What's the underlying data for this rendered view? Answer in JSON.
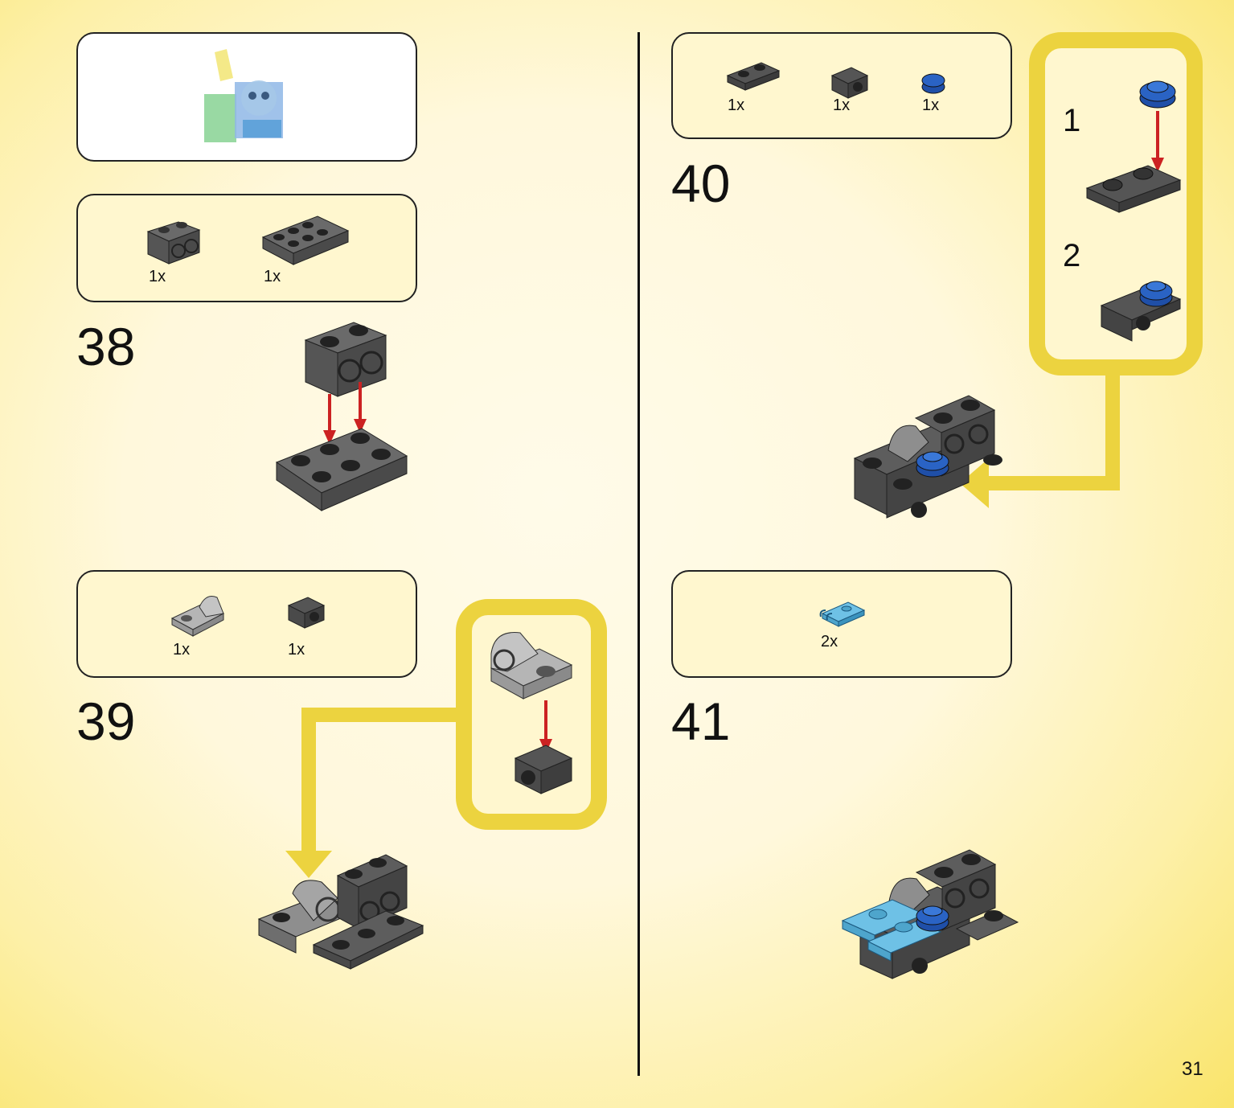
{
  "page_number": "31",
  "colors": {
    "callout_frame": "#ecd33f",
    "parts_box": "#fff7cf",
    "arrow_red": "#cc2222",
    "brick_dark": "#555555",
    "brick_blue": "#2a63c4",
    "brick_light_blue": "#6ec1e6"
  },
  "preview": {
    "icon": "finished-model-icon"
  },
  "steps": [
    {
      "number": "38",
      "parts": [
        {
          "qty": "1x",
          "icon": "brick-1x2-technic-icon"
        },
        {
          "qty": "1x",
          "icon": "plate-2x4-icon"
        }
      ]
    },
    {
      "number": "39",
      "parts": [
        {
          "qty": "1x",
          "icon": "plate-rounded-icon"
        },
        {
          "qty": "1x",
          "icon": "bracket-icon"
        }
      ]
    },
    {
      "number": "40",
      "parts": [
        {
          "qty": "1x",
          "icon": "plate-1x2-icon"
        },
        {
          "qty": "1x",
          "icon": "bracket-icon"
        },
        {
          "qty": "1x",
          "icon": "round-plate-blue-icon"
        }
      ],
      "substeps": [
        "1",
        "2"
      ]
    },
    {
      "number": "41",
      "parts": [
        {
          "qty": "2x",
          "icon": "clip-plate-light-blue-icon"
        }
      ]
    }
  ]
}
